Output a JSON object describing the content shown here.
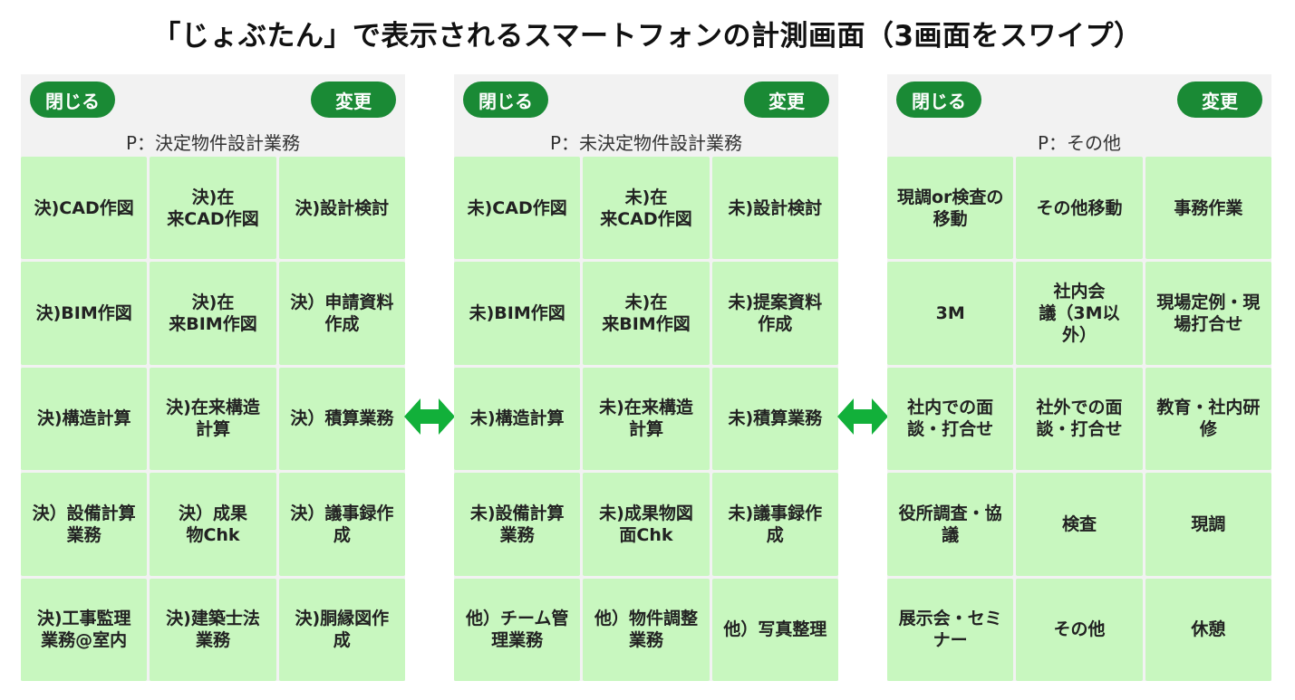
{
  "title": "「じょぶたん」で表示されるスマートフォンの計測画面（3画面をスワイプ）",
  "colors": {
    "accent": "#1a8a35",
    "tile": "#c8f7bf",
    "panel": "#f2f2f2",
    "arrow": "#12b03a"
  },
  "screens": [
    {
      "close_label": "閉じる",
      "change_label": "変更",
      "category": "P：決定物件設計業務",
      "tiles": [
        "決)CAD作図",
        "決)在\n来CAD作図",
        "決)設計検討",
        "決)BIM作図",
        "決)在\n来BIM作図",
        "決）申請資料\n作成",
        "決)構造計算",
        "決)在来構造\n計算",
        "決）積算業務",
        "決）設備計算\n業務",
        "決）成果\n物Chk",
        "決）議事録作\n成",
        "決)工事監理\n業務@室内",
        "決)建築士法\n業務",
        "決)胴縁図作\n成"
      ]
    },
    {
      "close_label": "閉じる",
      "change_label": "変更",
      "category": "P：未決定物件設計業務",
      "tiles": [
        "未)CAD作図",
        "未)在\n来CAD作図",
        "未)設計検討",
        "未)BIM作図",
        "未)在\n来BIM作図",
        "未)提案資料\n作成",
        "未)構造計算",
        "未)在来構造\n計算",
        "未)積算業務",
        "未)設備計算\n業務",
        "未)成果物図\n面Chk",
        "未)議事録作\n成",
        "他）チーム管\n理業務",
        "他）物件調整\n業務",
        "他）写真整理"
      ]
    },
    {
      "close_label": "閉じる",
      "change_label": "変更",
      "category": "P：その他",
      "tiles": [
        "現調or検査の\n移動",
        "その他移動",
        "事務作業",
        "3M",
        "社内会\n議（3M以\n外）",
        "現場定例・現\n場打合せ",
        "社内での面\n談・打合せ",
        "社外での面\n談・打合せ",
        "教育・社内研\n修",
        "役所調査・協\n議",
        "検査",
        "現調",
        "展示会・セミ\nナー",
        "その他",
        "休憩"
      ]
    }
  ],
  "arrows": [
    {
      "icon": "double-arrow-icon"
    },
    {
      "icon": "double-arrow-icon"
    }
  ]
}
